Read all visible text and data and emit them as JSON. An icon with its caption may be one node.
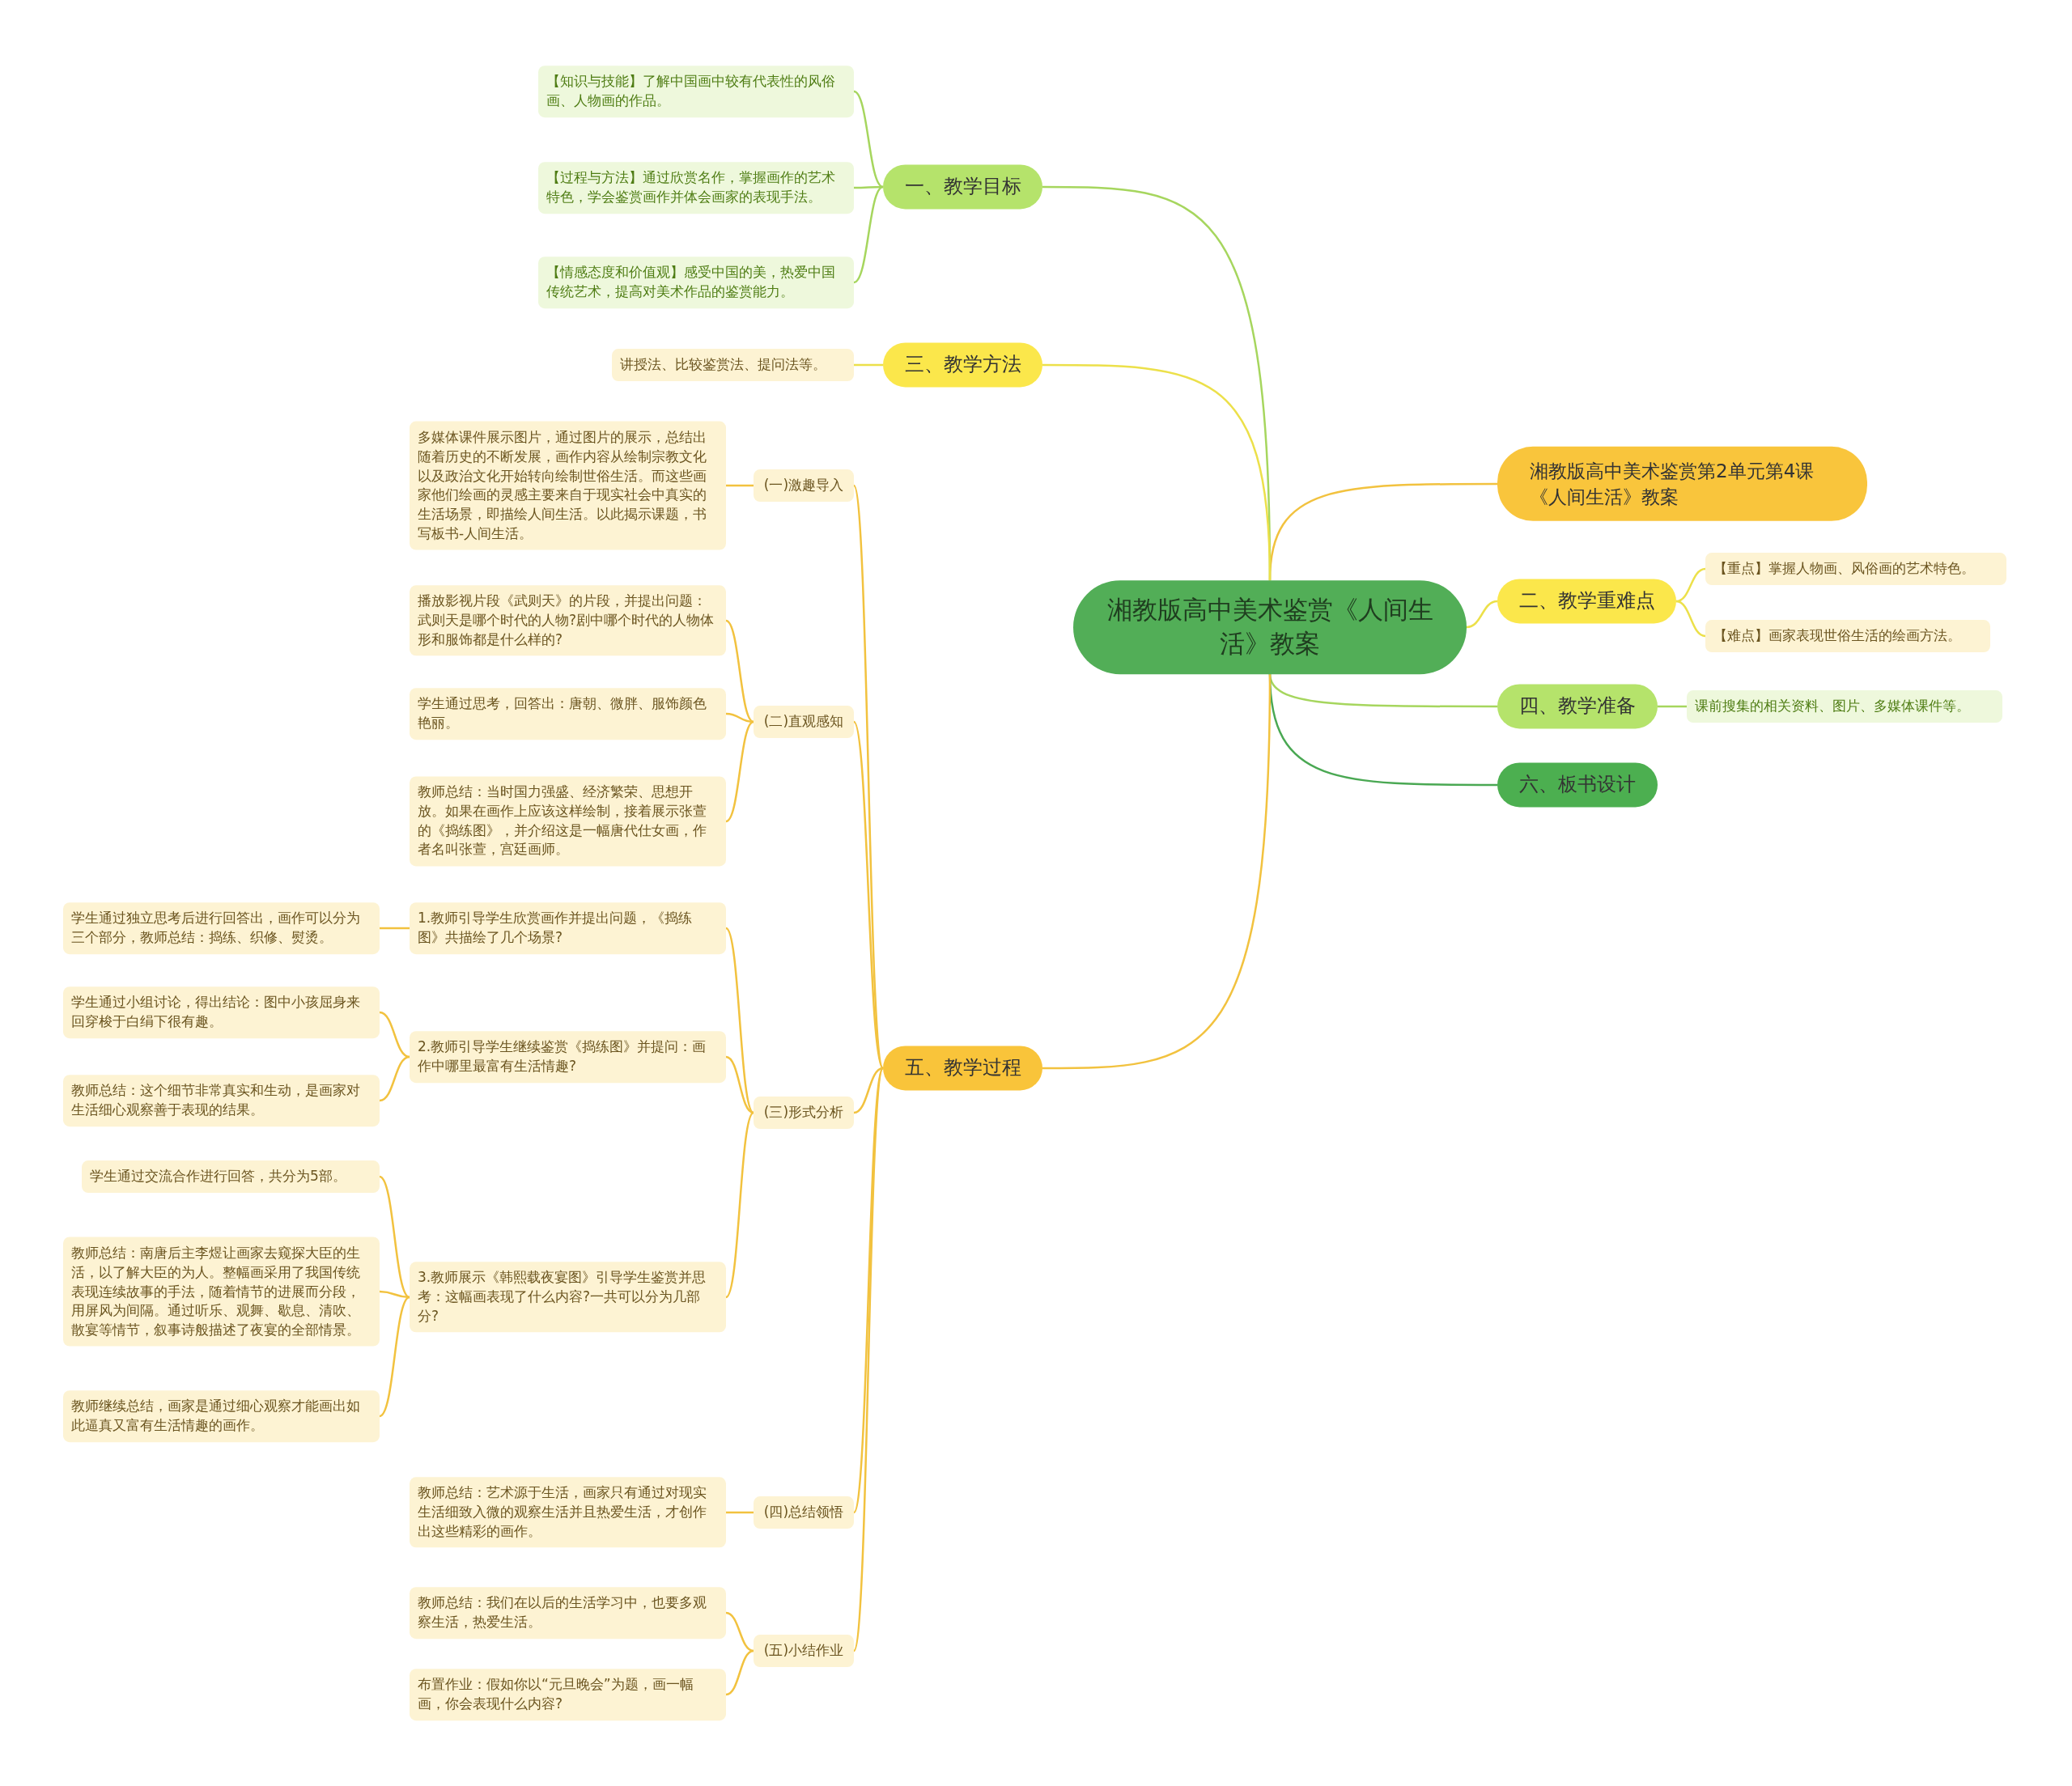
{
  "diagram": {
    "nodes": [
      {
        "text": [
          "湘教版高中美术鉴赏《人间生活》教案"
        ]
      },
      {
        "text": [
          "湘教版高中美术鉴赏第2单元第4课《人间生活》教案"
        ]
      },
      {
        "text": [
          "一、教学目标"
        ]
      },
      {
        "text": [
          "【知识与技能】了解中国画中较有代表性的风俗画、人物画的作品。"
        ]
      },
      {
        "text": [
          "【过程与方法】通过欣赏名作，掌握画作的艺术特色，学会鉴赏画作并体会画家的表现手法。"
        ]
      },
      {
        "text": [
          "【情感态度和价值观】感受中国的美，热爱中国传统艺术，提高对美术作品的鉴赏能力。"
        ]
      },
      {
        "text": [
          "三、教学方法"
        ]
      },
      {
        "text": [
          "讲授法、比较鉴赏法、提问法等。"
        ]
      },
      {
        "text": [
          "二、教学重难点"
        ]
      },
      {
        "text": [
          "【重点】掌握人物画、风俗画的艺术特色。"
        ]
      },
      {
        "text": [
          "【难点】画家表现世俗生活的绘画方法。"
        ]
      },
      {
        "text": [
          "四、教学准备"
        ]
      },
      {
        "text": [
          "课前搜集的相关资料、图片、多媒体课件等。"
        ]
      },
      {
        "text": [
          "六、板书设计"
        ]
      },
      {
        "text": [
          "五、教学过程"
        ]
      },
      {
        "text": [
          "(一)激趣导入"
        ]
      },
      {
        "text": [
          "多媒体课件展示图片，通过图片的展示，总结出随着历史的不断发展，画作内容从绘制宗教文化以及政治文化开始转向绘制世俗生活。而这些画家他们绘画的灵感主要来自于现实社会中真实的生活场景，即描绘人间生活。以此揭示课题，书写板书-人间生活。"
        ]
      },
      {
        "text": [
          "(二)直观感知"
        ]
      },
      {
        "text": [
          "播放影视片段《武则天》的片段，并提出问题：武则天是哪个时代的人物?剧中哪个时代的人物体形和服饰都是什么样的?"
        ]
      },
      {
        "text": [
          "学生通过思考，回答出：唐朝、微胖、服饰颜色艳丽。"
        ]
      },
      {
        "text": [
          "教师总结：当时国力强盛、经济繁荣、思想开放。如果在画作上应该这样绘制，接着展示张萱的《捣练图》，并介绍这是一幅唐代仕女画，作者名叫张萱，宫廷画师。"
        ]
      },
      {
        "text": [
          "(三)形式分析"
        ]
      },
      {
        "text": [
          "1.教师引导学生欣赏画作并提出问题，《捣练图》共描绘了几个场景?"
        ]
      },
      {
        "text": [
          "学生通过独立思考后进行回答出，画作可以分为三个部分，教师总结：捣练、织修、熨烫。"
        ]
      },
      {
        "text": [
          "2.教师引导学生继续鉴赏《捣练图》并提问：画作中哪里最富有生活情趣?"
        ]
      },
      {
        "text": [
          "学生通过小组讨论，得出结论：图中小孩屈身来回穿梭于白绢下很有趣。"
        ]
      },
      {
        "text": [
          "教师总结：这个细节非常真实和生动，是画家对生活细心观察善于表现的结果。"
        ]
      },
      {
        "text": [
          "3.教师展示《韩熙载夜宴图》引导学生鉴赏并思考：这幅画表现了什么内容?一共可以分为几部分?"
        ]
      },
      {
        "text": [
          "学生通过交流合作进行回答，共分为5部。"
        ]
      },
      {
        "text": [
          "教师总结：南唐后主李煜让画家去窥探大臣的生活，以了解大臣的为人。整幅画采用了我国传统表现连续故事的手法，随着情节的进展而分段，用屏风为间隔。通过听乐、观舞、歇息、清吹、散宴等情节，叙事诗般描述了夜宴的全部情景。"
        ]
      },
      {
        "text": [
          "教师继续总结，画家是通过细心观察才能画出如此逼真又富有生活情趣的画作。"
        ]
      },
      {
        "text": [
          "(四)总结领悟"
        ]
      },
      {
        "text": [
          "教师总结：艺术源于生活，画家只有通过对现实生活细致入微的观察生活并且热爱生活，才创作出这些精彩的画作。"
        ]
      },
      {
        "text": [
          "(五)小结作业"
        ]
      },
      {
        "text": [
          "教师总结：我们在以后的生活学习中，也要多观察生活，热爱生活。"
        ]
      },
      {
        "text": [
          "布置作业：假如你以“元旦晚会”为题，画一幅画，你会表现什么内容?"
        ]
      }
    ],
    "edges": [
      {
        "from": 0,
        "to": 1,
        "arrow": "none"
      },
      {
        "from": 0,
        "to": 2,
        "arrow": "none",
        "color": "#a6d65e"
      },
      {
        "from": 0,
        "to": 6,
        "arrow": "none",
        "color": "#ece04a"
      },
      {
        "from": 0,
        "to": 8,
        "arrow": "none",
        "color": "#ece04a"
      },
      {
        "from": 0,
        "to": 11,
        "arrow": "none",
        "color": "#a6d65e"
      },
      {
        "from": 0,
        "to": 13,
        "arrow": "none",
        "color": "#4aa853"
      },
      {
        "from": 0,
        "to": 14,
        "arrow": "none"
      },
      {
        "from": 2,
        "to": 3,
        "arrow": "none",
        "color": "#a6d65e"
      },
      {
        "from": 2,
        "to": 4,
        "arrow": "none",
        "color": "#a6d65e"
      },
      {
        "from": 2,
        "to": 5,
        "arrow": "none",
        "color": "#a6d65e"
      },
      {
        "from": 6,
        "to": 7,
        "arrow": "none",
        "color": "#ece04a"
      },
      {
        "from": 8,
        "to": 9,
        "arrow": "none",
        "color": "#ece04a"
      },
      {
        "from": 8,
        "to": 10,
        "arrow": "none",
        "color": "#ece04a"
      },
      {
        "from": 11,
        "to": 12,
        "arrow": "none",
        "color": "#a6d65e"
      },
      {
        "from": 14,
        "to": 15,
        "arrow": "none"
      },
      {
        "from": 14,
        "to": 17,
        "arrow": "none"
      },
      {
        "from": 14,
        "to": 21,
        "arrow": "none"
      },
      {
        "from": 14,
        "to": 31,
        "arrow": "none"
      },
      {
        "from": 14,
        "to": 33,
        "arrow": "none"
      },
      {
        "from": 15,
        "to": 16,
        "arrow": "none"
      },
      {
        "from": 17,
        "to": 18,
        "arrow": "none"
      },
      {
        "from": 17,
        "to": 19,
        "arrow": "none"
      },
      {
        "from": 17,
        "to": 20,
        "arrow": "none"
      },
      {
        "from": 21,
        "to": 22,
        "arrow": "none"
      },
      {
        "from": 21,
        "to": 24,
        "arrow": "none"
      },
      {
        "from": 21,
        "to": 27,
        "arrow": "none"
      },
      {
        "from": 22,
        "to": 23,
        "arrow": "none"
      },
      {
        "from": 24,
        "to": 25,
        "arrow": "none"
      },
      {
        "from": 24,
        "to": 26,
        "arrow": "none"
      },
      {
        "from": 27,
        "to": 28,
        "arrow": "none"
      },
      {
        "from": 27,
        "to": 29,
        "arrow": "none"
      },
      {
        "from": 27,
        "to": 30,
        "arrow": "none"
      },
      {
        "from": 31,
        "to": 32,
        "arrow": "none"
      },
      {
        "from": 33,
        "to": 34,
        "arrow": "none"
      },
      {
        "from": 33,
        "to": 35,
        "arrow": "none"
      }
    ]
  }
}
